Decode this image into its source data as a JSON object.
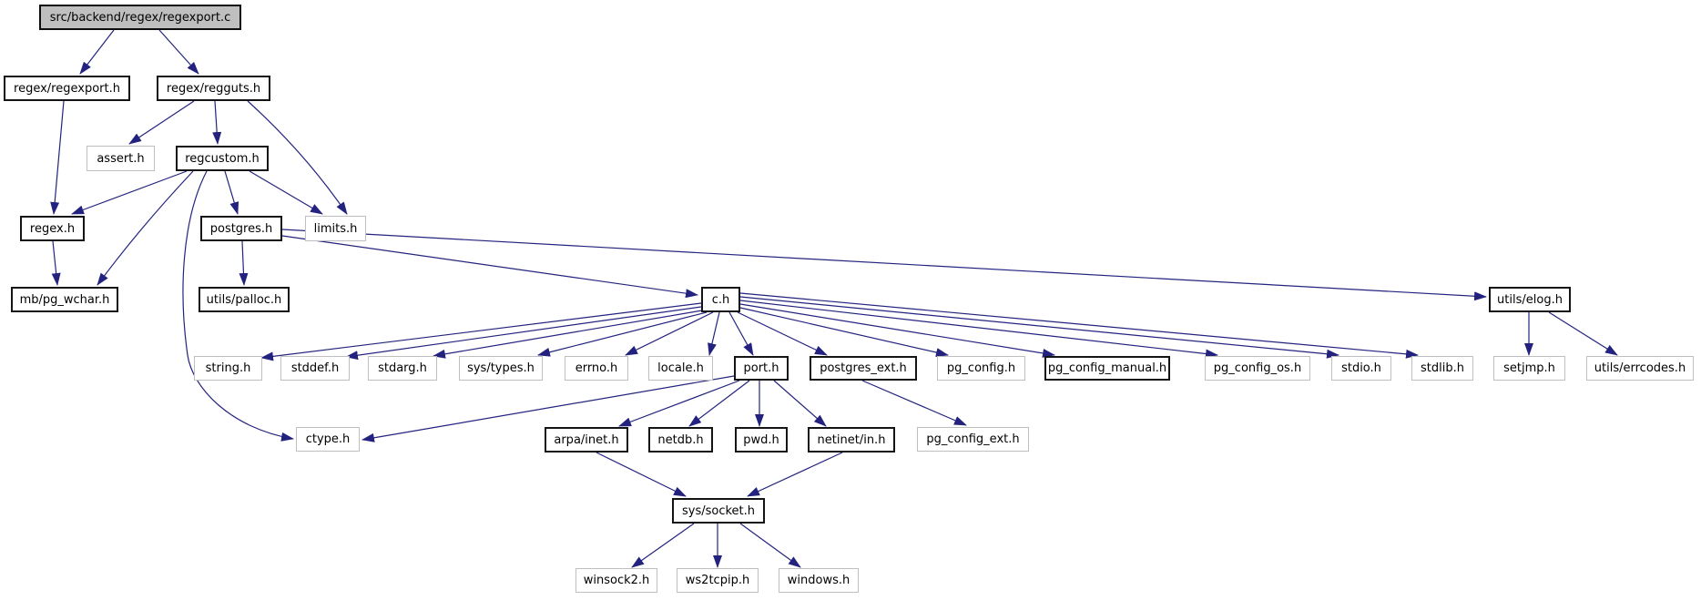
{
  "graph": {
    "title": "src/backend/regex/regexport.c include dependency graph",
    "edge_color": "#23237f",
    "root_fill": "#bfbfbf",
    "linked_border": "#141414",
    "external_border": "#bfbfbf",
    "nodes": [
      {
        "id": "regexport_c",
        "label": "src/backend/regex/regexport.c",
        "style": "main"
      },
      {
        "id": "regexport_h",
        "label": "regex/regexport.h",
        "style": "linked"
      },
      {
        "id": "regguts_h",
        "label": "regex/regguts.h",
        "style": "linked"
      },
      {
        "id": "assert_h",
        "label": "assert.h",
        "style": "external"
      },
      {
        "id": "regcustom_h",
        "label": "regcustom.h",
        "style": "linked"
      },
      {
        "id": "regex_h",
        "label": "regex.h",
        "style": "linked"
      },
      {
        "id": "postgres_h",
        "label": "postgres.h",
        "style": "linked"
      },
      {
        "id": "limits_h",
        "label": "limits.h",
        "style": "external"
      },
      {
        "id": "pg_wchar_h",
        "label": "mb/pg_wchar.h",
        "style": "linked"
      },
      {
        "id": "palloc_h",
        "label": "utils/palloc.h",
        "style": "linked"
      },
      {
        "id": "c_h",
        "label": "c.h",
        "style": "linked"
      },
      {
        "id": "elog_h",
        "label": "utils/elog.h",
        "style": "linked"
      },
      {
        "id": "string_h",
        "label": "string.h",
        "style": "external"
      },
      {
        "id": "stddef_h",
        "label": "stddef.h",
        "style": "external"
      },
      {
        "id": "stdarg_h",
        "label": "stdarg.h",
        "style": "external"
      },
      {
        "id": "sys_types_h",
        "label": "sys/types.h",
        "style": "external"
      },
      {
        "id": "errno_h",
        "label": "errno.h",
        "style": "external"
      },
      {
        "id": "locale_h",
        "label": "locale.h",
        "style": "external"
      },
      {
        "id": "port_h",
        "label": "port.h",
        "style": "linked"
      },
      {
        "id": "postgres_ext_h",
        "label": "postgres_ext.h",
        "style": "linked"
      },
      {
        "id": "pg_config_h",
        "label": "pg_config.h",
        "style": "external"
      },
      {
        "id": "pg_config_manual_h",
        "label": "pg_config_manual.h",
        "style": "linked"
      },
      {
        "id": "pg_config_os_h",
        "label": "pg_config_os.h",
        "style": "external"
      },
      {
        "id": "stdio_h",
        "label": "stdio.h",
        "style": "external"
      },
      {
        "id": "stdlib_h",
        "label": "stdlib.h",
        "style": "external"
      },
      {
        "id": "setjmp_h",
        "label": "setjmp.h",
        "style": "external"
      },
      {
        "id": "errcodes_h",
        "label": "utils/errcodes.h",
        "style": "external"
      },
      {
        "id": "ctype_h",
        "label": "ctype.h",
        "style": "external"
      },
      {
        "id": "arpa_inet_h",
        "label": "arpa/inet.h",
        "style": "linked"
      },
      {
        "id": "netdb_h",
        "label": "netdb.h",
        "style": "linked"
      },
      {
        "id": "pwd_h",
        "label": "pwd.h",
        "style": "linked"
      },
      {
        "id": "netinet_in_h",
        "label": "netinet/in.h",
        "style": "linked"
      },
      {
        "id": "pg_config_ext_h",
        "label": "pg_config_ext.h",
        "style": "external"
      },
      {
        "id": "sys_socket_h",
        "label": "sys/socket.h",
        "style": "linked"
      },
      {
        "id": "winsock2_h",
        "label": "winsock2.h",
        "style": "external"
      },
      {
        "id": "ws2tcpip_h",
        "label": "ws2tcpip.h",
        "style": "external"
      },
      {
        "id": "windows_h",
        "label": "windows.h",
        "style": "external"
      }
    ],
    "edges": [
      {
        "from": "regexport_c",
        "to": "regexport_h"
      },
      {
        "from": "regexport_c",
        "to": "regguts_h"
      },
      {
        "from": "regexport_h",
        "to": "regex_h"
      },
      {
        "from": "regguts_h",
        "to": "assert_h"
      },
      {
        "from": "regguts_h",
        "to": "regcustom_h"
      },
      {
        "from": "regguts_h",
        "to": "limits_h"
      },
      {
        "from": "regcustom_h",
        "to": "regex_h"
      },
      {
        "from": "regcustom_h",
        "to": "pg_wchar_h"
      },
      {
        "from": "regcustom_h",
        "to": "postgres_h"
      },
      {
        "from": "regcustom_h",
        "to": "limits_h"
      },
      {
        "from": "regcustom_h",
        "to": "ctype_h"
      },
      {
        "from": "regex_h",
        "to": "pg_wchar_h"
      },
      {
        "from": "postgres_h",
        "to": "palloc_h"
      },
      {
        "from": "postgres_h",
        "to": "c_h"
      },
      {
        "from": "postgres_h",
        "to": "elog_h"
      },
      {
        "from": "c_h",
        "to": "string_h"
      },
      {
        "from": "c_h",
        "to": "stddef_h"
      },
      {
        "from": "c_h",
        "to": "stdarg_h"
      },
      {
        "from": "c_h",
        "to": "sys_types_h"
      },
      {
        "from": "c_h",
        "to": "errno_h"
      },
      {
        "from": "c_h",
        "to": "locale_h"
      },
      {
        "from": "c_h",
        "to": "port_h"
      },
      {
        "from": "c_h",
        "to": "postgres_ext_h"
      },
      {
        "from": "c_h",
        "to": "pg_config_h"
      },
      {
        "from": "c_h",
        "to": "pg_config_manual_h"
      },
      {
        "from": "c_h",
        "to": "pg_config_os_h"
      },
      {
        "from": "c_h",
        "to": "stdio_h"
      },
      {
        "from": "c_h",
        "to": "stdlib_h"
      },
      {
        "from": "elog_h",
        "to": "setjmp_h"
      },
      {
        "from": "elog_h",
        "to": "errcodes_h"
      },
      {
        "from": "port_h",
        "to": "ctype_h"
      },
      {
        "from": "port_h",
        "to": "arpa_inet_h"
      },
      {
        "from": "port_h",
        "to": "netdb_h"
      },
      {
        "from": "port_h",
        "to": "pwd_h"
      },
      {
        "from": "port_h",
        "to": "netinet_in_h"
      },
      {
        "from": "postgres_ext_h",
        "to": "pg_config_ext_h"
      },
      {
        "from": "arpa_inet_h",
        "to": "sys_socket_h"
      },
      {
        "from": "netinet_in_h",
        "to": "sys_socket_h"
      },
      {
        "from": "sys_socket_h",
        "to": "winsock2_h"
      },
      {
        "from": "sys_socket_h",
        "to": "ws2tcpip_h"
      },
      {
        "from": "sys_socket_h",
        "to": "windows_h"
      }
    ]
  }
}
